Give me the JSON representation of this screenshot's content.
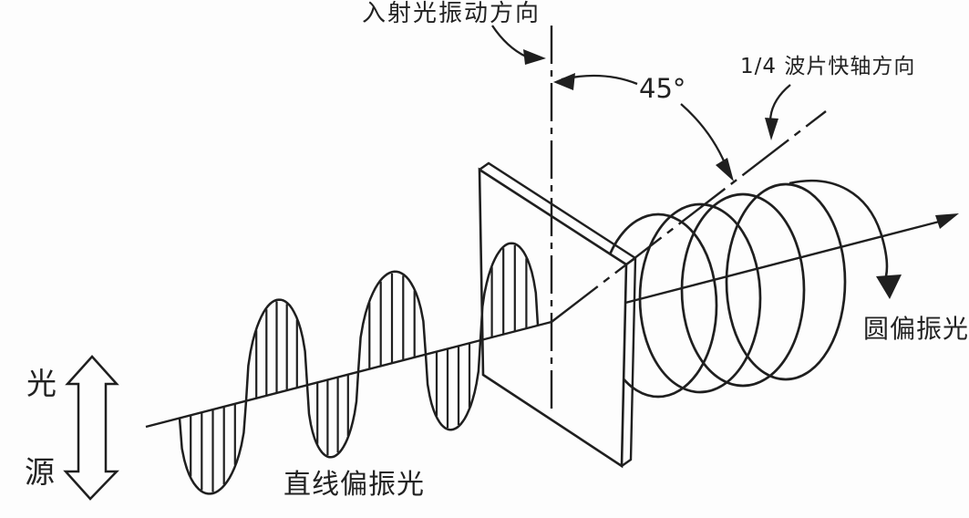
{
  "diagram": {
    "description": "Linearly polarized light passing through a quarter-wave plate producing circularly polarized light",
    "labels": {
      "incident": "入射光振动方向",
      "angle": "45°",
      "fast_axis": "1/4 波片快轴方向",
      "circular": "圆偏振光",
      "linear": "直线偏振光",
      "source_top": "光",
      "source_bottom": "源"
    },
    "colors": {
      "ink": "#1f1f1f",
      "background": "#fdfdfd"
    }
  }
}
